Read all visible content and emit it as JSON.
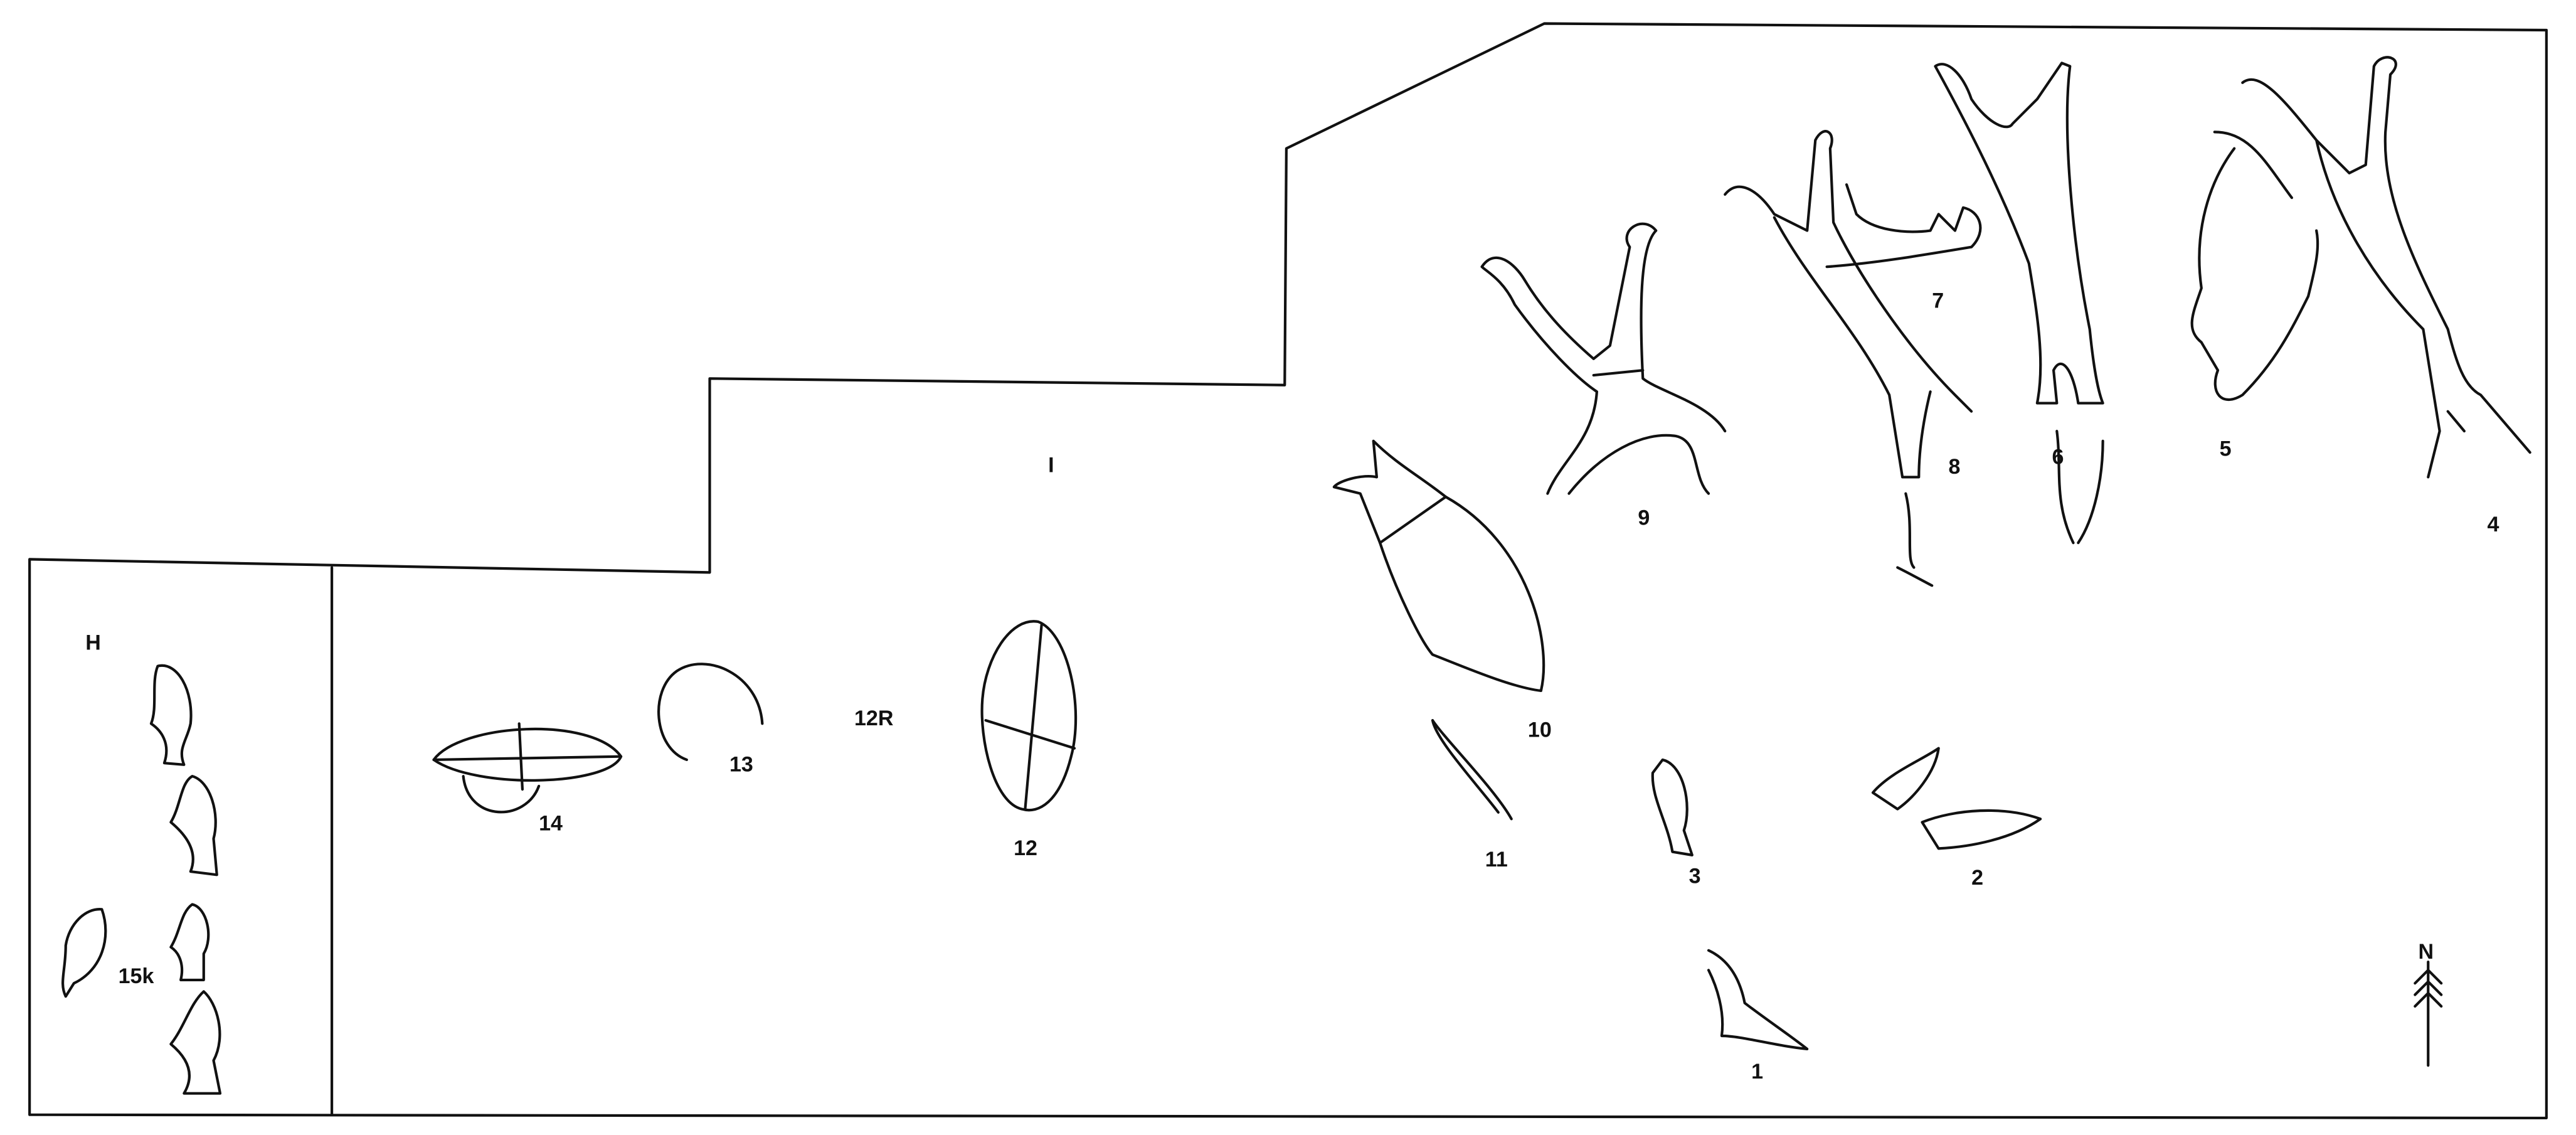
{
  "sections": {
    "left": "H",
    "main": "I"
  },
  "figures": [
    {
      "id": "1",
      "label": "1"
    },
    {
      "id": "2",
      "label": "2"
    },
    {
      "id": "3",
      "label": "3"
    },
    {
      "id": "4",
      "label": "4"
    },
    {
      "id": "5",
      "label": "5"
    },
    {
      "id": "6",
      "label": "6"
    },
    {
      "id": "7",
      "label": "7"
    },
    {
      "id": "8",
      "label": "8"
    },
    {
      "id": "9",
      "label": "9"
    },
    {
      "id": "10",
      "label": "10"
    },
    {
      "id": "11",
      "label": "11"
    },
    {
      "id": "12",
      "label": "12"
    },
    {
      "id": "12R",
      "label": "12R"
    },
    {
      "id": "13",
      "label": "13"
    },
    {
      "id": "14",
      "label": "14"
    },
    {
      "id": "15k",
      "label": "15k"
    }
  ],
  "north_arrow": {
    "label": "N"
  },
  "colors": {
    "ink": "#111111",
    "paper": "#ffffff"
  }
}
